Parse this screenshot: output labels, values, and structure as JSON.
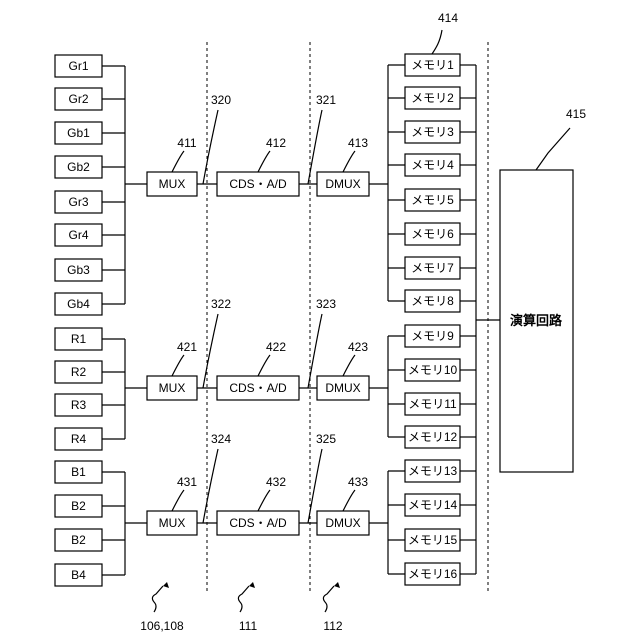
{
  "inputs": [
    "Gr1",
    "Gr2",
    "Gb1",
    "Gb2",
    "Gr3",
    "Gr4",
    "Gb3",
    "Gb4",
    "R1",
    "R2",
    "R3",
    "R4",
    "B1",
    "B2",
    "B2",
    "B4"
  ],
  "rows": [
    {
      "mux_ref": "411",
      "mux": "MUX",
      "sig1": "320",
      "cds_ref": "412",
      "cds": "CDS・A/D",
      "sig2": "321",
      "dmux_ref": "413",
      "dmux": "DMUX"
    },
    {
      "mux_ref": "421",
      "mux": "MUX",
      "sig1": "322",
      "cds_ref": "422",
      "cds": "CDS・A/D",
      "sig2": "323",
      "dmux_ref": "423",
      "dmux": "DMUX"
    },
    {
      "mux_ref": "431",
      "mux": "MUX",
      "sig1": "324",
      "cds_ref": "432",
      "cds": "CDS・A/D",
      "sig2": "325",
      "dmux_ref": "433",
      "dmux": "DMUX"
    }
  ],
  "memories": [
    "メモリ1",
    "メモリ2",
    "メモリ3",
    "メモリ4",
    "メモリ5",
    "メモリ6",
    "メモリ7",
    "メモリ8",
    "メモリ9",
    "メモリ10",
    "メモリ11",
    "メモリ12",
    "メモリ13",
    "メモリ14",
    "メモリ15",
    "メモリ16"
  ],
  "memory_ref": "414",
  "arith": {
    "label": "演算回路",
    "ref": "415"
  },
  "bottom_refs": [
    "106,108",
    "111",
    "112"
  ]
}
